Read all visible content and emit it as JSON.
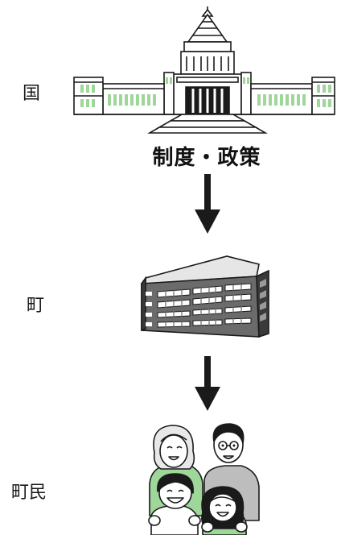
{
  "labels": {
    "country": "国",
    "town": "町",
    "residents": "町民"
  },
  "caption": "制度・政策",
  "colors": {
    "window_green": "#9fd69a",
    "ink": "#1a1a1a",
    "building_gray": "#6b6b6b",
    "skin": "#ffffff",
    "family_green": "#9fd69a"
  },
  "icons": {
    "top": "parliament-building-icon",
    "middle": "office-building-icon",
    "bottom": "family-icon"
  }
}
